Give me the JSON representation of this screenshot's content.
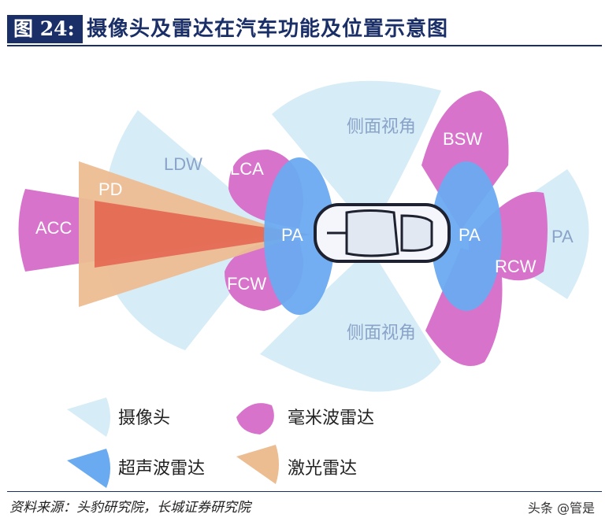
{
  "header": {
    "figure_label": "图 24:",
    "title": "摄像头及雷达在汽车功能及位置示意图"
  },
  "diagram": {
    "zones": {
      "side_view_top": "侧面视角",
      "side_view_bottom": "侧面视角",
      "ldw": "LDW",
      "pd": "PD",
      "acc": "ACC",
      "lca": "LCA",
      "fcw": "FCW",
      "pa_front": "PA",
      "bsw": "BSW",
      "pa_rear": "PA",
      "pa_far": "PA",
      "rcw": "RCW"
    },
    "legend": [
      {
        "label": "摄像头",
        "color": "#d6ecf7"
      },
      {
        "label": "毫米波雷达",
        "color": "#d873cc"
      },
      {
        "label": "超声波雷达",
        "color": "#6aaaf0"
      },
      {
        "label": "激光雷达",
        "color": "#edbd92"
      }
    ]
  },
  "footer": {
    "source": "资料来源：头豹研究院，长城证券研究院",
    "watermark": "头条 @管是"
  }
}
